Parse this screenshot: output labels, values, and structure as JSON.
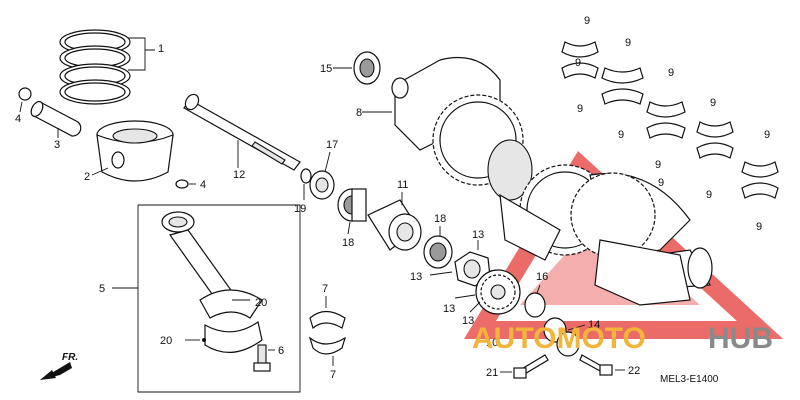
{
  "callouts": {
    "c1": "1",
    "c2": "2",
    "c3": "3",
    "c4a": "4",
    "c4b": "4",
    "c5": "5",
    "c6": "6",
    "c7a": "7",
    "c7b": "7",
    "c8": "8",
    "c9_1": "9",
    "c9_2": "9",
    "c9_3": "9",
    "c9_4": "9",
    "c9_5": "9",
    "c9_6": "9",
    "c9_7": "9",
    "c9_8": "9",
    "c9_9": "9",
    "c9_10": "9",
    "c9_11": "9",
    "c9_12": "9",
    "c10": "10",
    "c11": "11",
    "c12": "12",
    "c13a": "13",
    "c13b": "13",
    "c13c": "13",
    "c13d": "13",
    "c14": "14",
    "c15": "15",
    "c16": "16",
    "c17": "17",
    "c18a": "18",
    "c18b": "18",
    "c19": "19",
    "c20a": "20",
    "c20b": "20",
    "c21": "21",
    "c22": "22"
  },
  "direction_label": "FR.",
  "diagram_code": "MEL3-E1400",
  "watermark": {
    "part1": "AUTOMOTO",
    "part2": "HUB",
    "color1": "#f2b43a",
    "color2": "#8a8a8a",
    "triangle_color": "#e8524f"
  }
}
